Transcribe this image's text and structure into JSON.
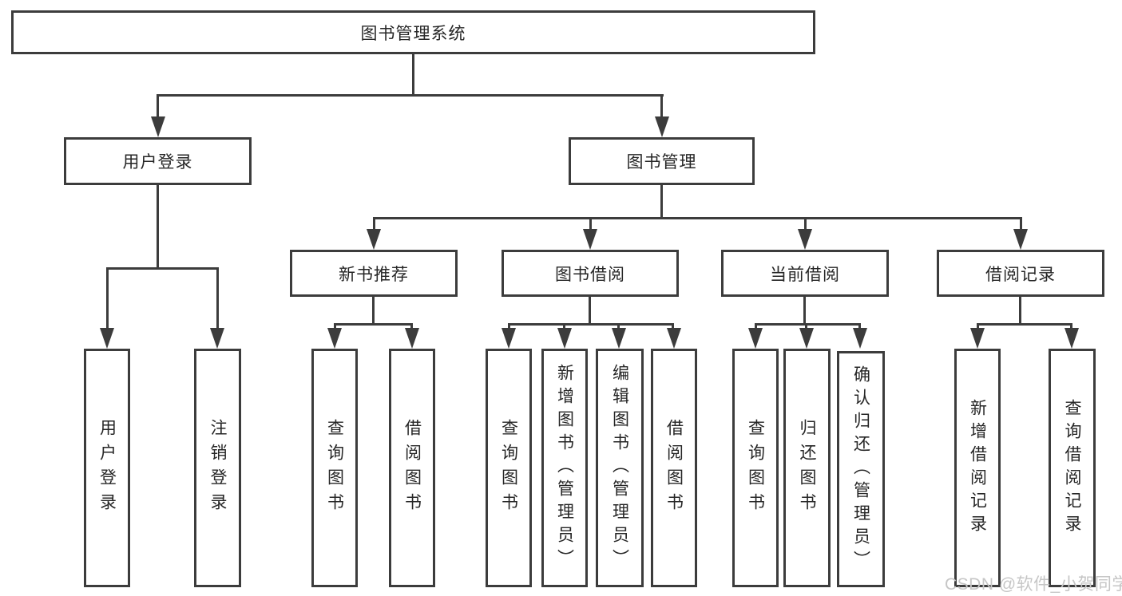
{
  "diagram": {
    "root": {
      "label": "图书管理系统"
    },
    "user_login": {
      "label": "用户登录",
      "children": [
        "用户登录",
        "注销登录"
      ]
    },
    "book_mgmt": {
      "label": "图书管理",
      "children": [
        {
          "label": "新书推荐",
          "children": [
            "查询图书",
            "借阅图书"
          ]
        },
        {
          "label": "图书借阅",
          "children": [
            "查询图书",
            "新增图书（管理员）",
            "编辑图书（管理员）",
            "借阅图书"
          ]
        },
        {
          "label": "当前借阅",
          "children": [
            "查询图书",
            "归还图书",
            "确认归还（管理员）"
          ]
        },
        {
          "label": "借阅记录",
          "children": [
            "新增借阅记录",
            "查询借阅记录"
          ]
        }
      ]
    },
    "watermark": "CSDN @软件_小贺同学"
  }
}
